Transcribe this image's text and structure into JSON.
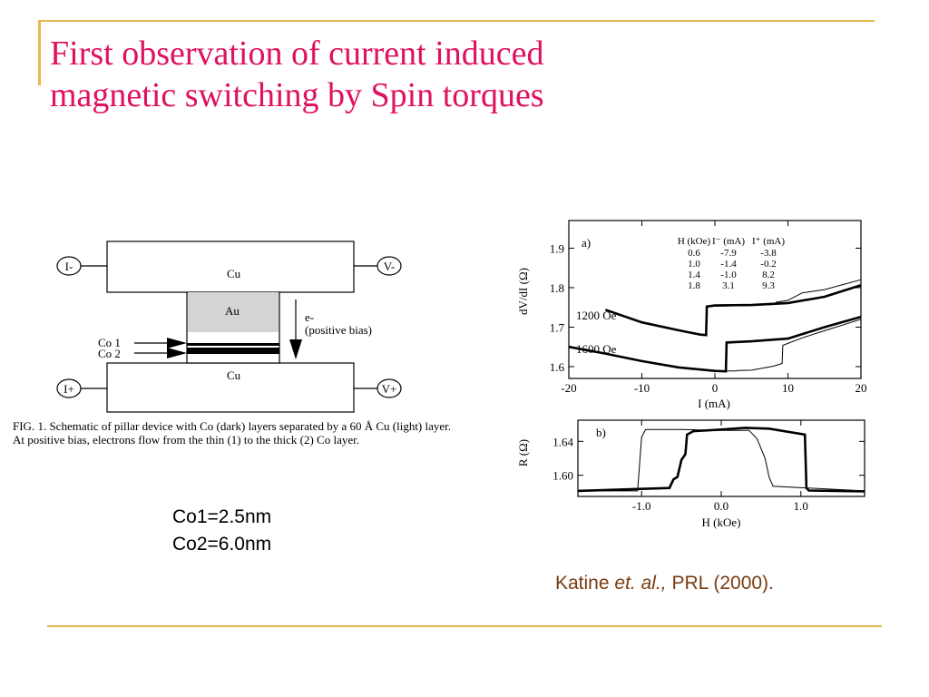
{
  "slide": {
    "title_line1": "First observation of current induced",
    "title_line2": "magnetic switching by Spin torques",
    "params": [
      "Co1=2.5nm",
      "Co2=6.0nm"
    ],
    "ref_author": "Katine",
    "ref_etal": "et. al.,",
    "ref_journal": "PRL (2000)."
  },
  "schematic": {
    "labels": {
      "cu_top": "Cu",
      "au": "Au",
      "cu_bottom": "Cu",
      "co1": "Co 1",
      "co2": "Co 2",
      "electron": "e-",
      "bias": "(positive bias)"
    },
    "terminals": [
      "I-",
      "V-",
      "I+",
      "V+"
    ],
    "caption": "FIG. 1.   Schematic of pillar device with Co (dark) layers separated by a 60 Å Cu (light) layer. At positive bias, electrons flow from the thin (1) to the thick (2) Co layer."
  },
  "chart_data": [
    {
      "type": "line",
      "panel_label": "a)",
      "xlabel": "I (mA)",
      "ylabel": "dV/dI (Ω)",
      "xlim": [
        -20,
        20
      ],
      "ylim": [
        1.57,
        1.97
      ],
      "xticks": [
        -20,
        -10,
        0,
        10,
        20
      ],
      "yticks": [
        1.6,
        1.7,
        1.8,
        1.9
      ],
      "ytick_labels": [
        "1.6",
        "1.7",
        "1.8",
        "1.9"
      ],
      "table": {
        "headers": [
          "H (kOe)",
          "I⁻ (mA)",
          "I⁺ (mA)"
        ],
        "rows": [
          [
            "0.6",
            "-7.9",
            "-3.8"
          ],
          [
            "1.0",
            "-1.4",
            "-0.2"
          ],
          [
            "1.4",
            "-1.0",
            "8.2"
          ],
          [
            "1.8",
            "3.1",
            "9.3"
          ]
        ]
      },
      "series": [
        {
          "name": "1200 Oe",
          "style": "thick",
          "x": [
            -15,
            -10,
            -5,
            -2,
            -1.2,
            -1.1,
            0,
            5,
            10,
            15,
            20
          ],
          "y": [
            1.744,
            1.712,
            1.692,
            1.681,
            1.68,
            1.752,
            1.755,
            1.756,
            1.761,
            1.777,
            1.806
          ]
        },
        {
          "name": "",
          "style": "thin",
          "x": [
            -1.1,
            5,
            7.5,
            8.3,
            8.4,
            10,
            12,
            15,
            20
          ],
          "y": [
            1.752,
            1.755,
            1.757,
            1.758,
            1.763,
            1.768,
            1.787,
            1.795,
            1.82
          ]
        },
        {
          "name": "1600 Oe",
          "style": "thick",
          "x": [
            -20,
            -15,
            -10,
            -5,
            0,
            1.5,
            1.6,
            5,
            10,
            15,
            20
          ],
          "y": [
            1.65,
            1.633,
            1.614,
            1.598,
            1.589,
            1.588,
            1.661,
            1.664,
            1.671,
            1.7,
            1.726
          ]
        },
        {
          "name": "",
          "style": "thin",
          "x": [
            -5,
            0,
            3,
            3.1,
            5,
            8,
            9.2,
            9.3,
            12,
            15,
            20
          ],
          "y": [
            1.597,
            1.589,
            1.589,
            1.59,
            1.591,
            1.601,
            1.608,
            1.654,
            1.673,
            1.691,
            1.72
          ]
        }
      ],
      "annotations": [
        "1200 Oe",
        "1600 Oe"
      ]
    },
    {
      "type": "line",
      "panel_label": "b)",
      "xlabel": "H (kOe)",
      "ylabel": "R (Ω)",
      "xlim": [
        -1.8,
        1.8
      ],
      "ylim": [
        1.575,
        1.665
      ],
      "xticks": [
        -1.0,
        0.0,
        1.0
      ],
      "xtick_labels": [
        "-1.0",
        "0.0",
        "1.0"
      ],
      "yticks": [
        1.6,
        1.64
      ],
      "ytick_labels": [
        "1.60",
        "1.64"
      ],
      "series": [
        {
          "name": "",
          "style": "thick",
          "x": [
            -1.8,
            -0.65,
            -0.6,
            -0.55,
            -0.5,
            -0.45,
            -0.43,
            -0.35,
            0,
            0.3,
            0.6,
            1.05,
            1.07,
            1.1,
            1.8
          ],
          "y": [
            1.5815,
            1.585,
            1.595,
            1.598,
            1.618,
            1.625,
            1.648,
            1.652,
            1.654,
            1.656,
            1.655,
            1.648,
            1.585,
            1.582,
            1.581
          ]
        },
        {
          "name": "",
          "style": "thin",
          "x": [
            -1.8,
            -1.05,
            -1.0,
            -0.95,
            -0.5,
            0,
            0.35,
            0.45,
            0.55,
            0.6,
            0.65,
            1.8
          ],
          "y": [
            1.5815,
            1.5815,
            1.645,
            1.654,
            1.654,
            1.653,
            1.653,
            1.643,
            1.62,
            1.598,
            1.587,
            1.5815
          ]
        }
      ]
    }
  ]
}
